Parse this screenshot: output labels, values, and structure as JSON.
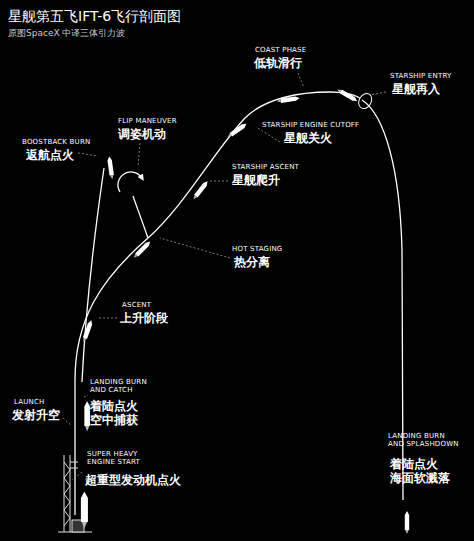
{
  "diagram": {
    "title": "星舰第五飞IFT-6飞行剖面图",
    "caption": "原图SpaceX 中译三体引力波",
    "labels": [
      "COAST PHASE",
      "低轨滑行",
      "STARSHIP ENTRY",
      "星舰再入",
      "FLIP MANEUVER",
      "调姿机动",
      "BOOSTBACK BURN",
      "返航点火",
      "STARSHIP ENGINE CUTOFF",
      "星舰关火",
      "STARSHIP ASCENT",
      "星舰爬升",
      "HOT STAGING",
      "热分离",
      "ASCENT",
      "上升阶段",
      "LAUNCH",
      "发射升空",
      "LANDING BURN AND CATCH",
      "着陆点火 空中捕获",
      "SUPER HEAVY ENGINE START",
      "超重型发动机点火",
      "LANDING BURN AND SPLASHDOWN",
      "着陆点火 海面软溅落"
    ]
  }
}
